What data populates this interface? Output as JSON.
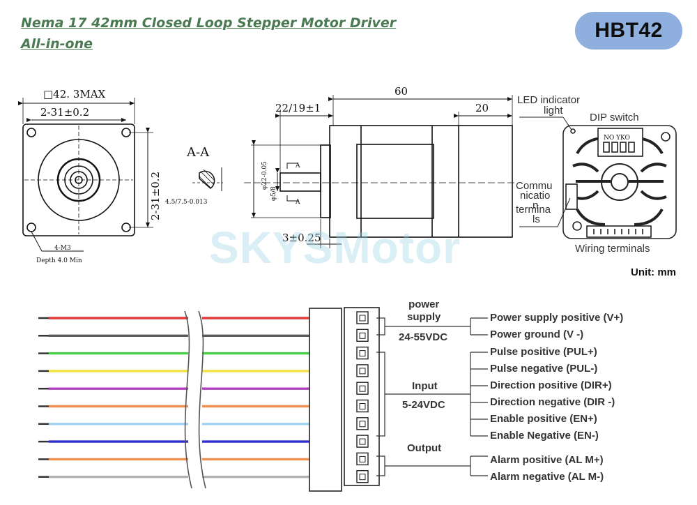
{
  "header": {
    "title_line1": "Nema 17 42mm Closed Loop Stepper Motor Driver",
    "title_line2": "All-in-one",
    "model_badge": "HBT42"
  },
  "watermark": "SKYSMotor",
  "unit_label": "Unit: mm",
  "drawing": {
    "front_view": {
      "dim_width": "□42. 3MAX",
      "dim_hole_spacing_h": "2-31±0.2",
      "dim_hole_spacing_v": "2-31±0.2",
      "hole_note_1": "4-M3",
      "hole_note_2": "Depth 4.0 Min"
    },
    "section": {
      "label": "A-A",
      "dim": "4.5/7.5-0.013"
    },
    "side_view": {
      "dim_length": "60",
      "dim_driver": "20",
      "dim_shaft": "22/19±1",
      "dim_flange": "3±0.25",
      "dim_boss": "φ22-0.05",
      "dim_shaft_dia": "φ5/8",
      "section_mark_1": "A",
      "section_mark_2": "A"
    },
    "back_view": {
      "led_label_1": "LED indicator",
      "led_label_2": "light",
      "dip_label": "DIP switch",
      "dip_marks": "NO YKO",
      "comm_label": [
        "Commu",
        "nicatio",
        "n",
        "termina",
        "ls"
      ],
      "wiring_label": "Wiring terminals"
    }
  },
  "wiring": {
    "wire_colors": [
      "#e03a3a",
      "#5a5a5a",
      "#45d045",
      "#f0e040",
      "#b040c0",
      "#f09050",
      "#a0d0f0",
      "#3030d0",
      "#f09050",
      "#b0b0b0"
    ],
    "groups": [
      {
        "name": "power",
        "line1": "power",
        "line2": "supply",
        "range": "24-55VDC"
      },
      {
        "name": "input",
        "line1": "Input",
        "range": "5-24VDC"
      },
      {
        "name": "output",
        "line1": "Output"
      }
    ],
    "pins": [
      "Power supply positive (V+)",
      "Power ground (V -)",
      "Pulse positive (PUL+)",
      "Pulse negative (PUL-)",
      "Direction positive (DIR+)",
      "Direction negative (DIR -)",
      "Enable positive (EN+)",
      "Enable Negative (EN-)",
      "Alarm positive (AL M+)",
      "Alarm negative (AL M-)"
    ]
  }
}
